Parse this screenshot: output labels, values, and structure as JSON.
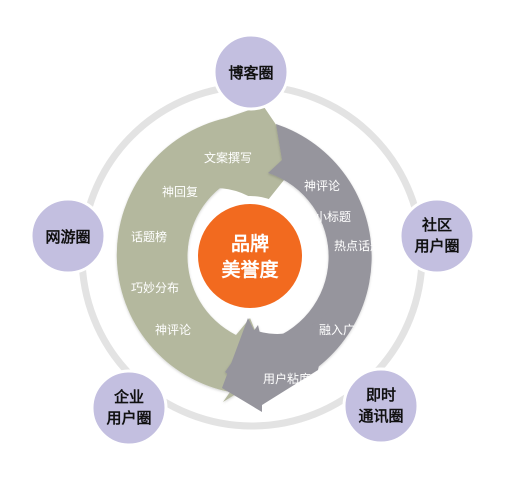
{
  "center": {
    "lines": [
      "品牌",
      "美誉度"
    ],
    "color": "#F26A1F"
  },
  "outer_nodes": [
    {
      "id": "boke",
      "lines": [
        "博客圈"
      ]
    },
    {
      "id": "shequ",
      "lines": [
        "社区",
        "用户圈"
      ]
    },
    {
      "id": "jishi",
      "lines": [
        "即时",
        "通讯圈"
      ]
    },
    {
      "id": "qiye",
      "lines": [
        "企业",
        "用户圈"
      ]
    },
    {
      "id": "wangyou",
      "lines": [
        "网游圈"
      ]
    }
  ],
  "green_arrow": {
    "color": "#B4B89E",
    "items": [
      "文案撰写",
      "神回复",
      "话题榜",
      "巧妙分布",
      "神评论"
    ]
  },
  "gray_arrow": {
    "color": "#96959D",
    "items": [
      "神评论",
      "小标题",
      "热点话题",
      "融入广告",
      "用户粘度高"
    ]
  },
  "colors": {
    "node_fill": "#C3BFE0",
    "ring": "#E3E3E3"
  }
}
